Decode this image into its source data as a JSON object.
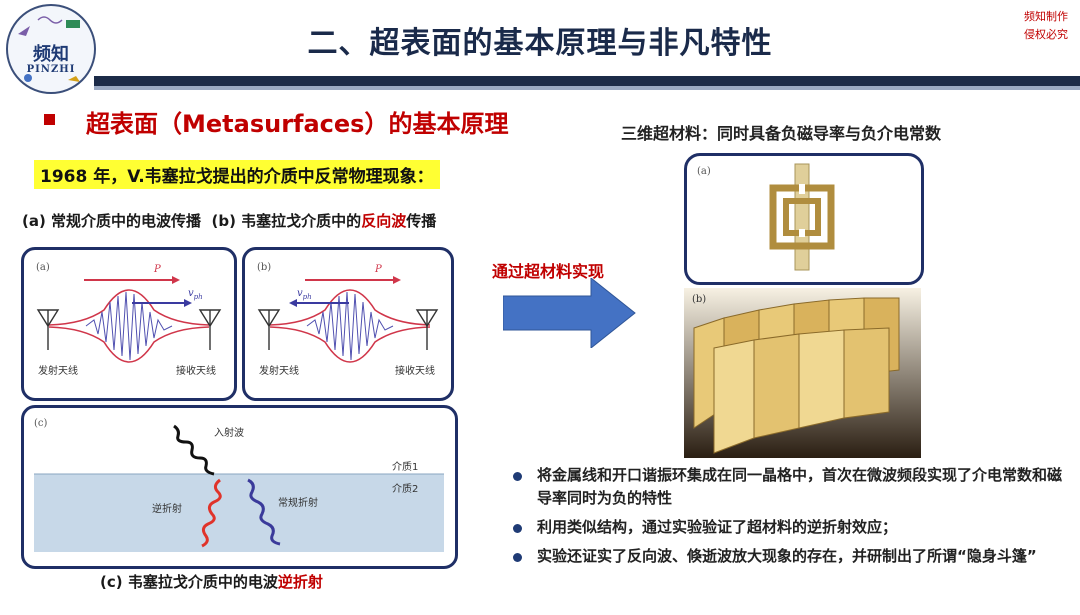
{
  "header": {
    "title": "二、超表面的基本原理与非凡特性",
    "logo_text": "频知",
    "logo_subtext": "PINZHI",
    "corner_line1": "频知制作",
    "corner_line2": "侵权必究"
  },
  "left": {
    "subtitle": "超表面（Metasurfaces）的基本原理",
    "highlight": "1968 年，V.韦塞拉戈提出的介质中反常物理现象：",
    "caption_a": "(a) 常规介质中的电波传播",
    "caption_b_prefix": "(b) 韦塞拉戈介质中的",
    "caption_b_red": "反向波",
    "caption_b_suffix": "传播",
    "panel_a": {
      "tag": "(a)",
      "p_label": "P",
      "v_label": "v",
      "v_sub": "ph",
      "tx": "发射天线",
      "rx": "接收天线"
    },
    "panel_b": {
      "tag": "(b)",
      "p_label": "P",
      "v_label": "v",
      "v_sub": "ph",
      "tx": "发射天线",
      "rx": "接收天线"
    },
    "panel_c": {
      "tag": "(c)",
      "incident": "入射波",
      "medium1": "介质1",
      "medium2": "介质2",
      "neg_ref": "逆折射",
      "normal_ref": "常规折射"
    },
    "caption_c_prefix": "(c) 韦塞拉戈介质中的电波",
    "caption_c_red": "逆折射"
  },
  "middle": {
    "via_text": "通过超材料实现",
    "arrow_color": "#4472c4"
  },
  "right": {
    "title": "三维超材料：同时具备负磁导率与负介电常数",
    "panel_a_tag": "(a)",
    "panel_b_tag": "(b)",
    "bullets": [
      "将金属线和开口谐振环集成在同一晶格中，首次在微波频段实现了介电常数和磁导率同时为负的特性",
      "利用类似结构，通过实验验证了超材料的逆折射效应；",
      "实验还证实了反向波、倏逝波放大现象的存在，并研制出了所谓“隐身斗篷”"
    ]
  },
  "colors": {
    "accent_red": "#c00000",
    "navy": "#1c2b48",
    "highlight": "#ffff33"
  }
}
